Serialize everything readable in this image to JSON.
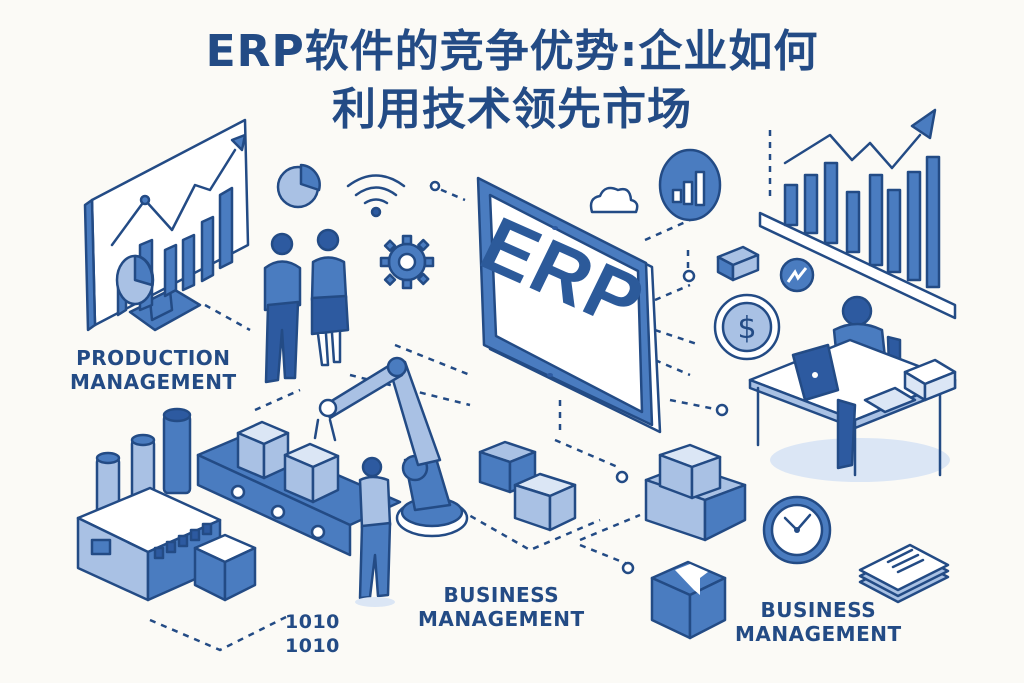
{
  "title": {
    "line1": "ERP软件的竞争优势:企业如何",
    "line2": "利用技术领先市场"
  },
  "central_device": {
    "label": "ERP"
  },
  "labels": {
    "production": [
      "PRODUCTION",
      "MANAGEMENT"
    ],
    "business_center": [
      "BUSINESS",
      "MANAGEMENT"
    ],
    "business_right": [
      "BUSINESS",
      "MANAGEMENT"
    ],
    "binary": [
      "1010",
      "1010"
    ]
  },
  "icons": [
    "monitor-chart-icon",
    "pie-chart-icon",
    "wifi-icon",
    "gear-icon",
    "cloud-icon",
    "bar-chart-circle-icon",
    "box-icon",
    "trend-badge-icon",
    "dollar-coin-icon",
    "growth-bar-chart-icon",
    "office-worker-icon",
    "people-icon",
    "factory-icon",
    "conveyor-belt-icon",
    "robot-arm-icon",
    "worker-icon",
    "boxes-icon",
    "clock-icon",
    "document-stack-icon",
    "package-icon"
  ],
  "colors": {
    "background": "#fbfaf6",
    "primary": "#234b85",
    "fill_mid": "#4a7cc0",
    "fill_light": "#a9c1e4",
    "fill_pale": "#dbe6f5"
  }
}
